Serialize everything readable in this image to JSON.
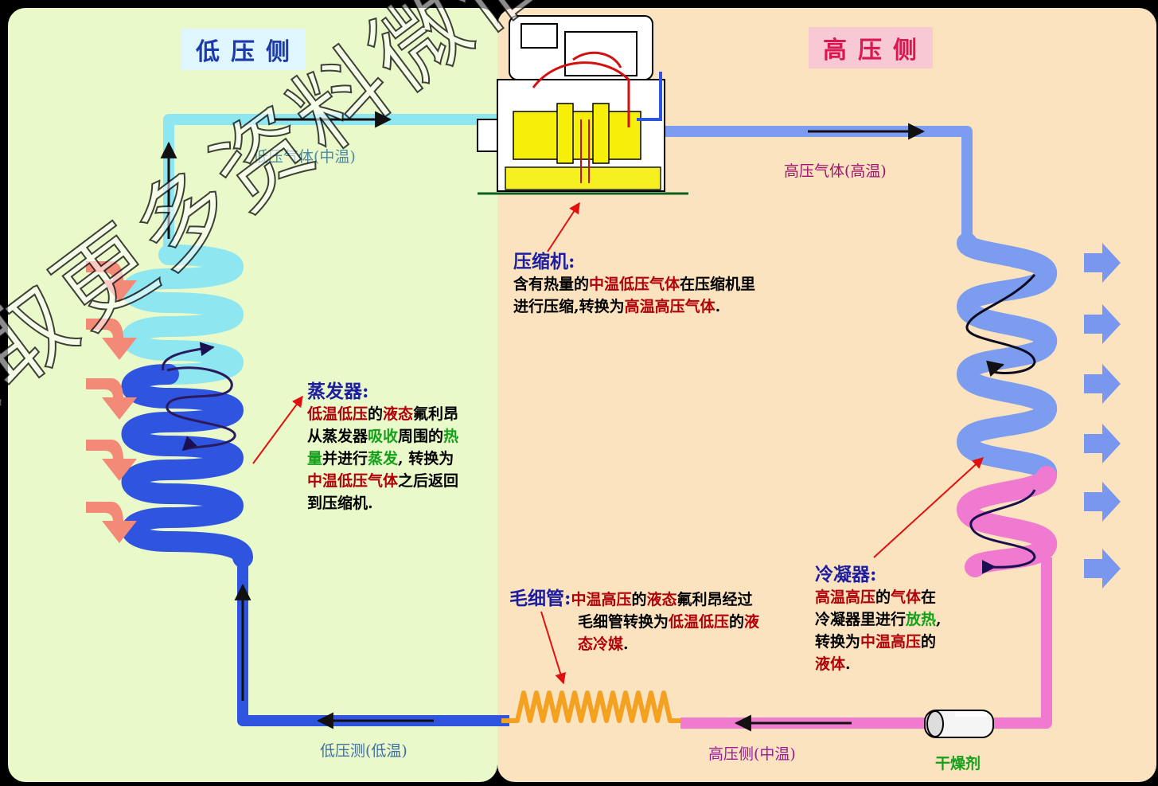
{
  "low_side": {
    "title": "低压侧"
  },
  "high_side": {
    "title": "高压侧"
  },
  "pipe_labels": {
    "low_gas": "低压气体(中温)",
    "high_gas": "高压气体(高温)",
    "low_return": "低压测(低温)",
    "high_liquid": "高压侧(中温)",
    "dryer": "干燥剂"
  },
  "compressor": {
    "title": "压缩机:",
    "l1a": "含有热量的",
    "l1b": "中温低压气体",
    "l1c": "在压缩机里",
    "l2a": "进行压缩,转换为",
    "l2b": "高温高压气体",
    "l2c": "."
  },
  "evaporator": {
    "title": "蒸发器:",
    "l1a": "低温低压",
    "l1b": "的",
    "l1c": "液态",
    "l1d": "氟利昂",
    "l2a": "从蒸发器",
    "l2b": "吸收",
    "l2c": "周围的",
    "l2d": "热",
    "l3a": "量",
    "l3b": "并进行",
    "l3c": "蒸发",
    "l3d": ", 转换为",
    "l4a": "中温低压气体",
    "l4b": "之后返回",
    "l5": "到压缩机."
  },
  "capillary": {
    "title": "毛细管:",
    "l1a": "中温高压",
    "l1b": "的",
    "l1c": "液态",
    "l1d": "氟利昂经过",
    "l2a": "毛细管转换为",
    "l2b": "低温低压",
    "l2c": "的",
    "l2d": "液",
    "l3a": "态冷媒",
    "l3b": "."
  },
  "condenser": {
    "title": "冷凝器:",
    "l1a": "高温高压",
    "l1b": "的",
    "l1c": "气体",
    "l1d": "在",
    "l2a": "冷凝器里进行",
    "l2b": "放热",
    "l2c": ",",
    "l3a": "转换为",
    "l3b": "中温高压",
    "l3c": "的",
    "l4a": "液体",
    "l4b": "."
  },
  "watermark": "获取更多资料微信搜索领星",
  "colors": {
    "low_panel": "#e9f9c9",
    "high_panel": "#fbe3bf",
    "low_gas_pipe": "#8ee6f0",
    "evaporator_pipe": "#2f55e0",
    "high_gas_pipe": "#7c9cf0",
    "condenser_liquid_pipe": "#f07ad0",
    "capillary": "#f4a020",
    "heat_in_arrow": "#f38a78",
    "heat_out_arrow": "#7a97f0"
  }
}
